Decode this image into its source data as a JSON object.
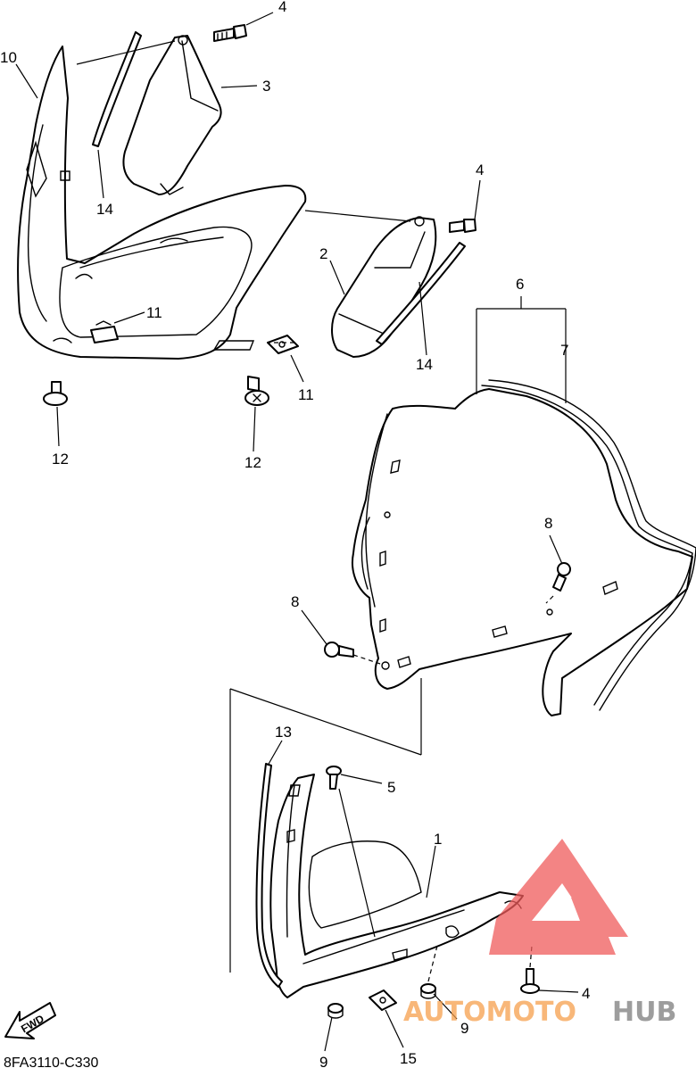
{
  "callouts": [
    {
      "id": "c-4a",
      "text": "4"
    },
    {
      "id": "c-3",
      "text": "3"
    },
    {
      "id": "c-10",
      "text": "10"
    },
    {
      "id": "c-14a",
      "text": "14"
    },
    {
      "id": "c-4b",
      "text": "4"
    },
    {
      "id": "c-2",
      "text": "2"
    },
    {
      "id": "c-14b",
      "text": "14"
    },
    {
      "id": "c-11a",
      "text": "11"
    },
    {
      "id": "c-11b",
      "text": "11"
    },
    {
      "id": "c-12a",
      "text": "12"
    },
    {
      "id": "c-12b",
      "text": "12"
    },
    {
      "id": "c-6",
      "text": "6"
    },
    {
      "id": "c-7",
      "text": "7"
    },
    {
      "id": "c-8a",
      "text": "8"
    },
    {
      "id": "c-8b",
      "text": "8"
    },
    {
      "id": "c-13",
      "text": "13"
    },
    {
      "id": "c-5",
      "text": "5"
    },
    {
      "id": "c-1",
      "text": "1"
    },
    {
      "id": "c-4c",
      "text": "4"
    },
    {
      "id": "c-9a",
      "text": "9"
    },
    {
      "id": "c-9b",
      "text": "9"
    },
    {
      "id": "c-15",
      "text": "15"
    }
  ],
  "fwd_label": "FWD",
  "diagram_code": "8FA3110-C330",
  "watermark": {
    "brand_part1": "AUTOMOTO",
    "brand_part2": "HUB",
    "color_red": "#ef5b5b",
    "color_orange": "#f6a04d",
    "color_gray": "#7d7d7d"
  }
}
